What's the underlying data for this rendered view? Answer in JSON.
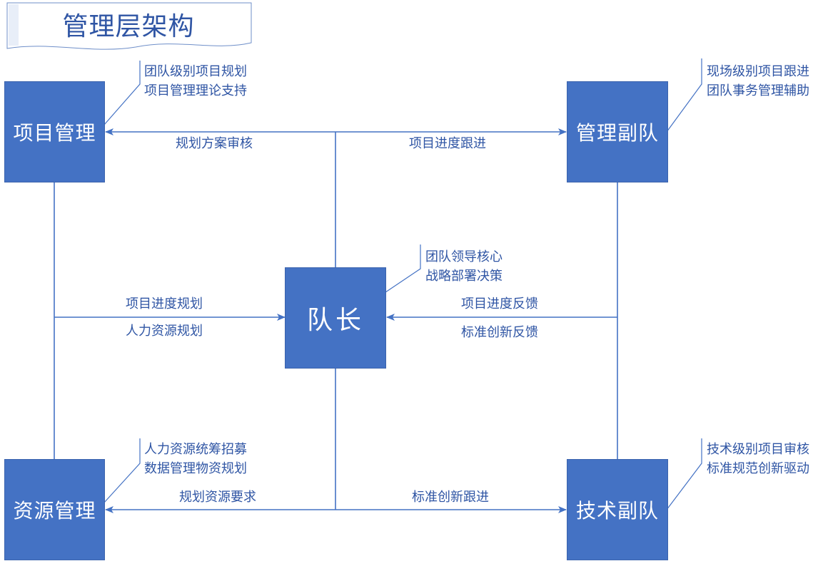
{
  "title": "管理层架构",
  "colors": {
    "box_fill": "#4472c4",
    "line": "#4472c4",
    "text": "#2f55a4"
  },
  "boxes": {
    "project": "项目管理",
    "deputy_mgmt": "管理副队",
    "captain": "队长",
    "resource": "资源管理",
    "deputy_tech": "技术副队"
  },
  "notes": {
    "project": [
      "团队级别项目规划",
      "项目管理理论支持"
    ],
    "deputy_mgmt": [
      "现场级别项目跟进",
      "团队事务管理辅助"
    ],
    "captain": [
      "团队领导核心",
      "战略部署决策"
    ],
    "resource": [
      "人力资源统筹招募",
      "数据管理物资规划"
    ],
    "deputy_tech": [
      "技术级别项目审核",
      "标准规范创新驱动"
    ]
  },
  "labels": {
    "plan_review": "规划方案审核",
    "progress_follow": "项目进度跟进",
    "progress_plan": "项目进度规划",
    "hr_plan": "人力资源规划",
    "progress_feedback": "项目进度反馈",
    "innovation_feedback": "标准创新反馈",
    "resource_request": "规划资源要求",
    "innovation_follow": "标准创新跟进"
  }
}
